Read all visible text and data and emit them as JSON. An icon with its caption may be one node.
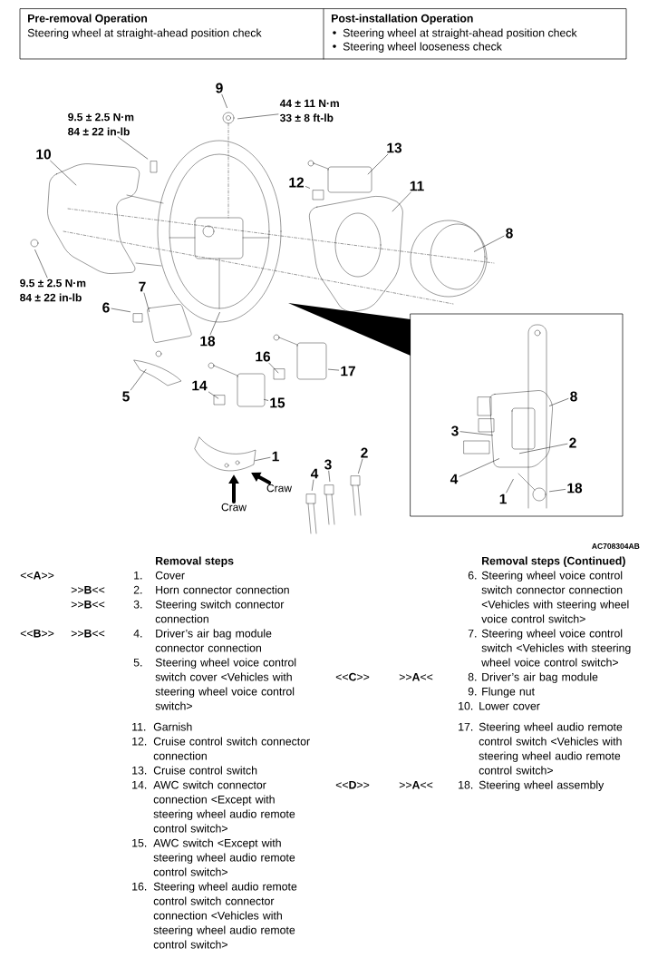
{
  "diagram": {
    "nodes": [
      {
        "text": [
          "9"
        ]
      },
      {
        "text": [
          "44 ± 11 N·m",
          "33 ± 8 ft-lb"
        ]
      },
      {
        "text": [
          "9.5 ± 2.5 N·m",
          "84 ± 22 in-lb"
        ]
      },
      {
        "text": [
          "10"
        ]
      },
      {
        "text": [
          "13"
        ]
      },
      {
        "text": [
          "12"
        ]
      },
      {
        "text": [
          "11"
        ]
      },
      {
        "text": [
          "8"
        ]
      },
      {
        "text": [
          "9.5 ± 2.5 N·m",
          "84 ± 22 in-lb"
        ]
      },
      {
        "text": [
          "7"
        ]
      },
      {
        "text": [
          "6"
        ]
      },
      {
        "text": [
          "18"
        ]
      },
      {
        "text": [
          "5"
        ]
      },
      {
        "text": [
          "16"
        ]
      },
      {
        "text": [
          "17"
        ]
      },
      {
        "text": [
          "14"
        ]
      },
      {
        "text": [
          "15"
        ]
      },
      {
        "text": [
          "1"
        ]
      },
      {
        "text": [
          "Craw"
        ]
      },
      {
        "text": [
          "Craw"
        ]
      },
      {
        "text": [
          "4"
        ]
      },
      {
        "text": [
          "3"
        ]
      },
      {
        "text": [
          "2"
        ]
      },
      {
        "text": [],
        "shape": "box"
      },
      {
        "text": [
          "8"
        ],
        "in": 23
      },
      {
        "text": [
          "3"
        ],
        "in": 23
      },
      {
        "text": [
          "2"
        ],
        "in": 23
      },
      {
        "text": [
          "4"
        ],
        "in": 23
      },
      {
        "text": [
          "1"
        ],
        "in": 23
      },
      {
        "text": [
          "18"
        ],
        "in": 23
      }
    ],
    "edges": [
      {
        "from": 0,
        "to": null,
        "arrow": "none"
      },
      {
        "from": 1,
        "to": null,
        "arrow": "none"
      },
      {
        "from": 2,
        "to": null,
        "arrow": "none"
      },
      {
        "from": 3,
        "to": null,
        "arrow": "none"
      },
      {
        "from": 4,
        "to": null,
        "arrow": "none"
      },
      {
        "from": 5,
        "to": null,
        "arrow": "none"
      },
      {
        "from": 6,
        "to": null,
        "arrow": "none"
      },
      {
        "from": 7,
        "to": null,
        "arrow": "none"
      },
      {
        "from": 8,
        "to": null,
        "arrow": "none"
      },
      {
        "from": 9,
        "to": null,
        "arrow": "none"
      },
      {
        "from": 10,
        "to": null,
        "arrow": "none"
      },
      {
        "from": 11,
        "to": null,
        "arrow": "none"
      },
      {
        "from": 12,
        "to": null,
        "arrow": "none"
      },
      {
        "from": 13,
        "to": null,
        "arrow": "none"
      },
      {
        "from": 14,
        "to": null,
        "arrow": "none"
      },
      {
        "from": 15,
        "to": null,
        "arrow": "none"
      },
      {
        "from": 16,
        "to": null,
        "arrow": "none"
      },
      {
        "from": 17,
        "to": null,
        "arrow": "none"
      },
      {
        "from": 18,
        "to": null,
        "arrow": "to",
        "style": "thick"
      },
      {
        "from": 19,
        "to": null,
        "arrow": "to",
        "style": "thick"
      },
      {
        "from": 20,
        "to": null,
        "arrow": "none"
      },
      {
        "from": 21,
        "to": null,
        "arrow": "none"
      },
      {
        "from": 22,
        "to": null,
        "arrow": "none"
      },
      {
        "from": 24,
        "to": null,
        "arrow": "none"
      },
      {
        "from": 25,
        "to": null,
        "arrow": "none"
      },
      {
        "from": 26,
        "to": null,
        "arrow": "none"
      },
      {
        "from": 27,
        "to": null,
        "arrow": "none"
      },
      {
        "from": 28,
        "to": null,
        "arrow": "none"
      },
      {
        "from": 29,
        "to": null,
        "arrow": "none"
      }
    ],
    "labels": [
      "Pre-removal Operation",
      "Steering wheel at straight-ahead position check",
      "Post-installation Operation",
      "Steering wheel at straight-ahead position check",
      "Steering wheel looseness check",
      "AC708304AB",
      "Removal steps",
      "<<**A**>>",
      "1.",
      "Cover",
      ">>**B**<<",
      "2.",
      "Horn connector connection",
      ">>**B**<<",
      "3.",
      "Steering switch connector connection",
      "<<**B**>>",
      ">>**B**<<",
      "4.",
      "Driver’s air bag module connector connection",
      "5.",
      "Steering wheel voice control switch cover <Vehicles with steering wheel voice control switch>",
      "11.",
      "Garnish",
      "12.",
      "Cruise control switch connector connection",
      "13.",
      "Cruise control switch",
      "14.",
      "AWC switch connector connection <Except with steering wheel audio remote control switch>",
      "15.",
      "AWC switch <Except with steering wheel audio remote control switch>",
      "16.",
      "Steering wheel audio remote control switch connector connection <Vehicles with steering wheel audio remote control switch>",
      "Removal steps (Continued)",
      "6.",
      "Steering wheel voice control switch connector connection <Vehicles with steering wheel voice control switch>",
      "7.",
      "Steering wheel voice control switch <Vehicles with steering wheel voice control switch>",
      "<<**C**>>",
      ">>**A**<<",
      "8.",
      "Driver’s air bag module",
      "9.",
      "Flunge nut",
      "10.",
      "Lower cover",
      "17.",
      "Steering wheel audio remote control switch <Vehicles with steering wheel audio remote control switch>",
      "<<**D**>>",
      ">>**A**<<",
      "18.",
      "Steering wheel assembly"
    ]
  }
}
